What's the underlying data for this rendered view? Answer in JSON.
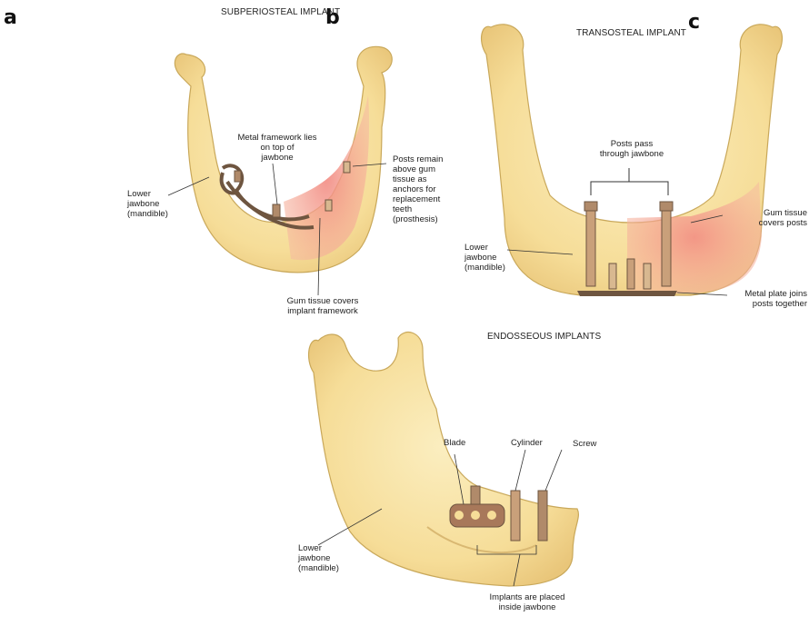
{
  "panel_letters": {
    "a": "a",
    "b": "b",
    "c": "c"
  },
  "titles": {
    "subperiosteal": "SUBPERIOSTEAL IMPLANT",
    "transosteal": "TRANSOSTEAL IMPLANT",
    "endosseous": "ENDOSSEOUS IMPLANTS"
  },
  "subperiosteal_labels": {
    "metal_framework": "Metal framework lies\non top of\njawbone",
    "lower_jawbone": "Lower\njawbone\n(mandible)",
    "posts_remain": "Posts remain\nabove gum\ntissue as\nanchors for\nreplacement\nteeth\n(prosthesis)",
    "gum_tissue": "Gum tissue covers\nimplant framework"
  },
  "transosteal_labels": {
    "posts_pass": "Posts pass\nthrough jawbone",
    "lower_jawbone": "Lower\njawbone\n(mandible)",
    "gum_tissue": "Gum tissue\ncovers posts",
    "metal_plate": "Metal plate joins\nposts together"
  },
  "endosseous_labels": {
    "blade": "Blade",
    "cylinder": "Cylinder",
    "screw": "Screw",
    "lower_jawbone": "Lower\njawbone\n(mandible)",
    "implants_placed": "Implants are placed\ninside jawbone"
  },
  "colors": {
    "bone": "#f6dd98",
    "bone_edge": "#c9a85a",
    "gum": "#ef8c84",
    "metal": "#6e5540",
    "implant": "#b08a6a"
  }
}
